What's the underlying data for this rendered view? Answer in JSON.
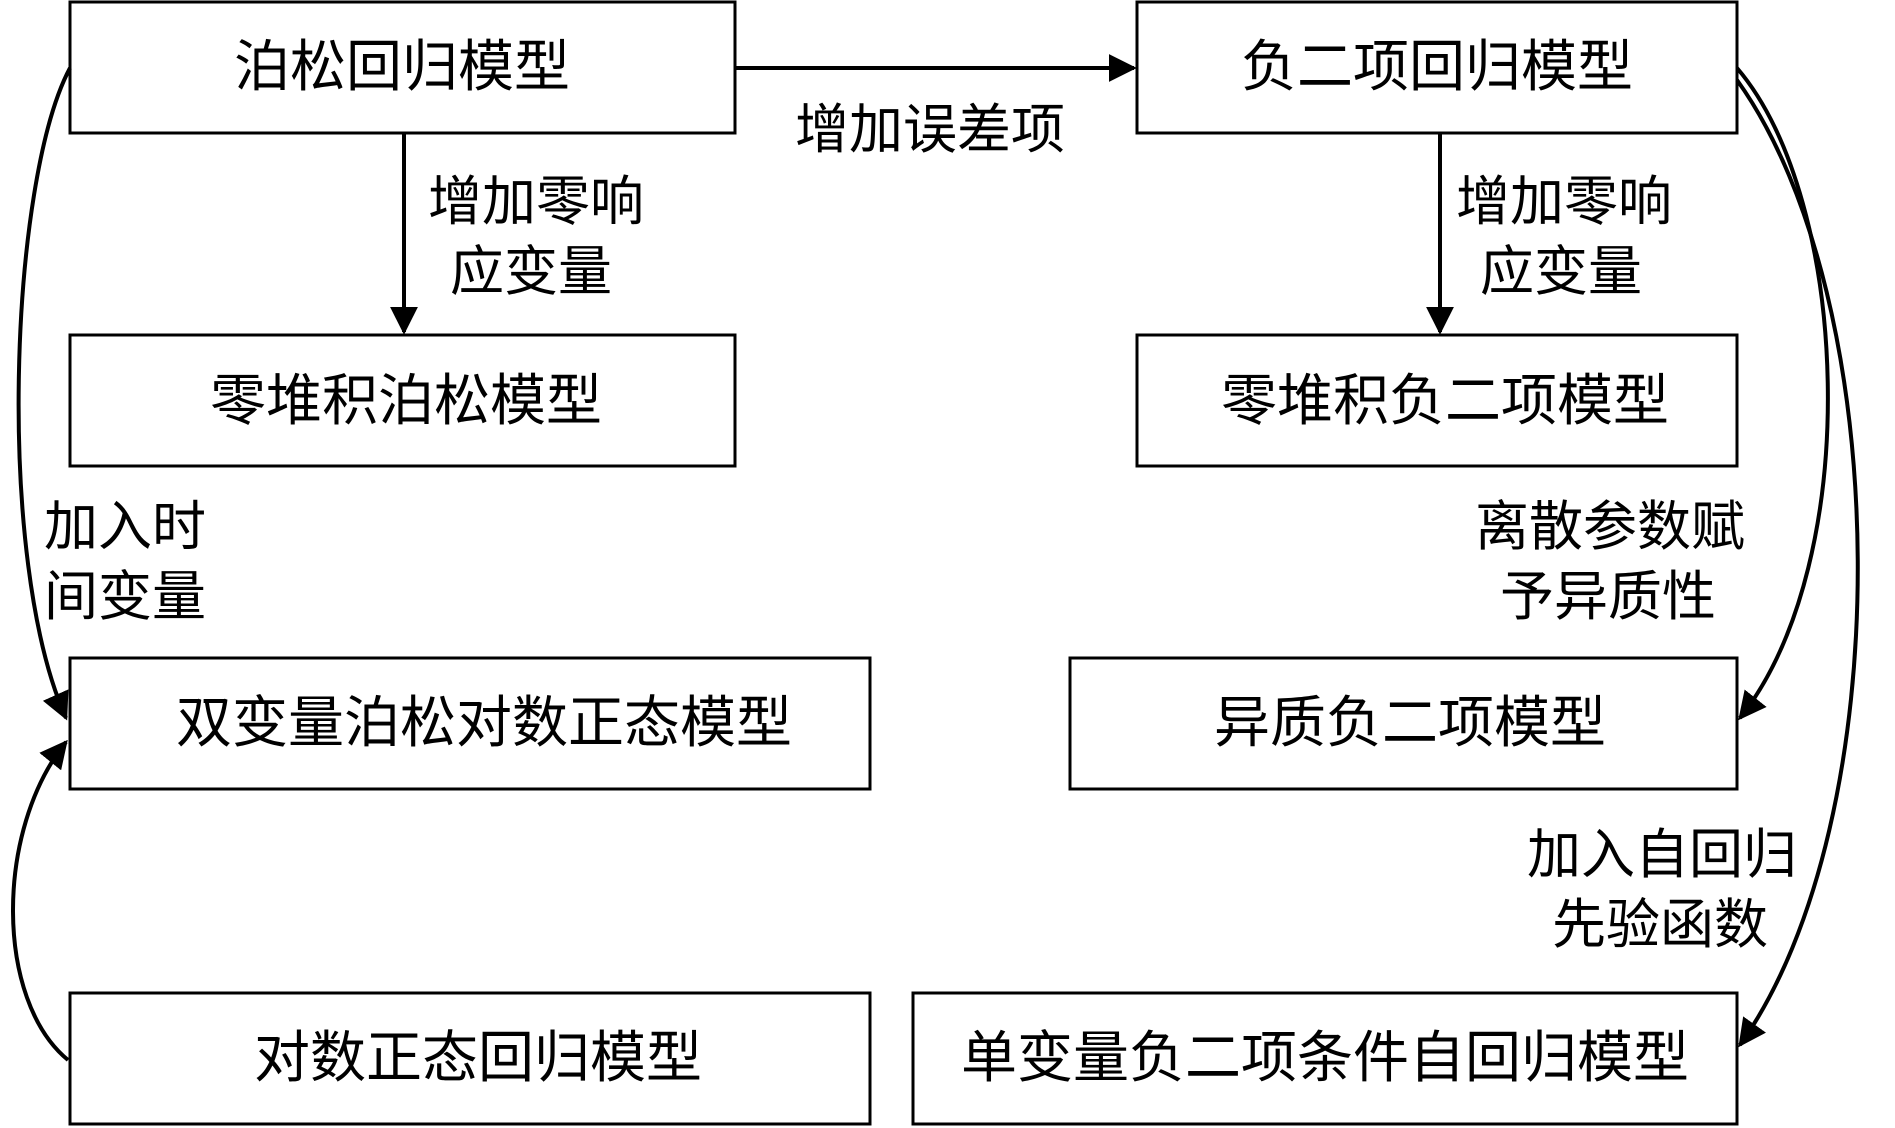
{
  "nodes": {
    "poisson": "泊松回归模型",
    "negbin": "负二项回归模型",
    "zip": "零堆积泊松模型",
    "zinb": "零堆积负二项模型",
    "bvpln": "双变量泊松对数正态模型",
    "hnb": "异质负二项模型",
    "lognormal": "对数正态回归模型",
    "uvnbcar": "单变量负二项条件自回归模型"
  },
  "edges": {
    "add_error": "增加误差项",
    "zero_left_1": "增加零响",
    "zero_left_2": "应变量",
    "zero_right_1": "增加零响",
    "zero_right_2": "应变量",
    "time_1": "加入时",
    "time_2": "间变量",
    "hetero_1": "离散参数赋",
    "hetero_2": "予异质性",
    "car_1": "加入自回归",
    "car_2": "先验函数"
  }
}
